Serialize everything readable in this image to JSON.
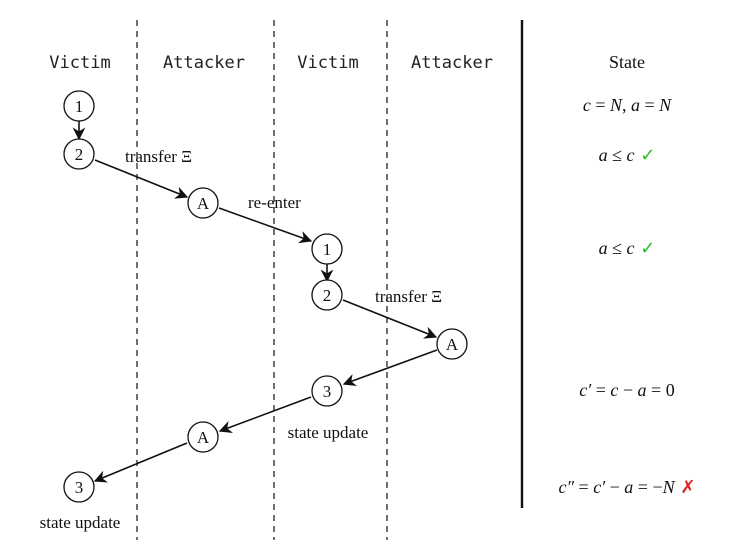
{
  "columns": {
    "victim_1": "Victim",
    "attacker_1": "Attacker",
    "victim_2": "Victim",
    "attacker_2": "Attacker",
    "state": "State"
  },
  "nodes": {
    "v1_step1": "1",
    "v1_step2": "2",
    "a1": "A",
    "v2_step1": "1",
    "v2_step2": "2",
    "a2": "A",
    "v2_step3": "3",
    "a1_return": "A",
    "v1_step3": "3"
  },
  "edge_labels": {
    "transfer_1": "transfer Ξ",
    "reenter": "re-enter",
    "transfer_2": "transfer Ξ",
    "state_update_inner": "state update",
    "state_update_outer": "state update"
  },
  "states": {
    "s1": {
      "c": "c",
      "eq1": " = ",
      "N1": "N",
      "comma": ", ",
      "a": "a",
      "eq2": " = ",
      "N2": "N"
    },
    "s2": {
      "a": "a",
      "op": " ≤ ",
      "c": "c",
      "mark": " ✓"
    },
    "s3": {
      "a": "a",
      "op": " ≤ ",
      "c": "c",
      "mark": " ✓"
    },
    "s4": {
      "c": "c′",
      "eq": " = ",
      "c2": "c",
      "minus": " − ",
      "a": "a",
      "rest": " = 0"
    },
    "s5": {
      "c": "c″",
      "eq": " = ",
      "c2": "c′",
      "minus": " − ",
      "a": "a",
      "rest": " = −",
      "N": "N",
      "mark": " ✗"
    }
  },
  "colors": {
    "check": "#22c022",
    "cross": "#e02020"
  }
}
